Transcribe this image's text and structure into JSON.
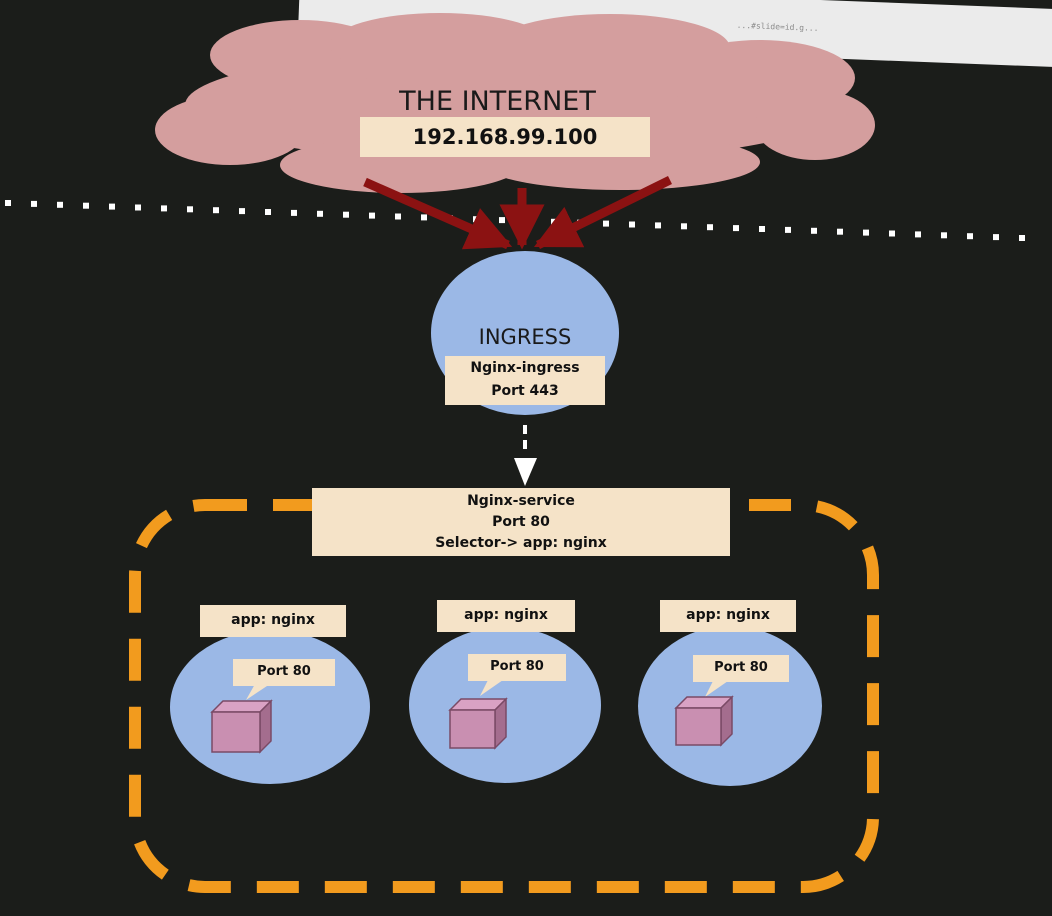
{
  "browser": {
    "url_fragment": "...#slide=id.g..."
  },
  "internet": {
    "title": "THE INTERNET",
    "ip": "192.168.99.100"
  },
  "ingress": {
    "title": "INGRESS",
    "controller": "Nginx-ingress",
    "port": "Port 443"
  },
  "service": {
    "name": "Nginx-service",
    "port": "Port 80",
    "selector": "Selector-> app: nginx"
  },
  "pods": [
    {
      "label": "app: nginx",
      "port": "Port 80"
    },
    {
      "label": "app: nginx",
      "port": "Port 80"
    },
    {
      "label": "app: nginx",
      "port": "Port 80"
    }
  ],
  "colors": {
    "background": "#1b1d1a",
    "cloud": "#d49e9e",
    "arrow": "#8b1212",
    "circle": "#9bb8e6",
    "label": "#f5e3c8",
    "cluster_border": "#f29b1e",
    "container": "#c98fb1"
  },
  "icons": [
    "cloud-shape",
    "container-cube-icon",
    "arrow-down-icon"
  ]
}
